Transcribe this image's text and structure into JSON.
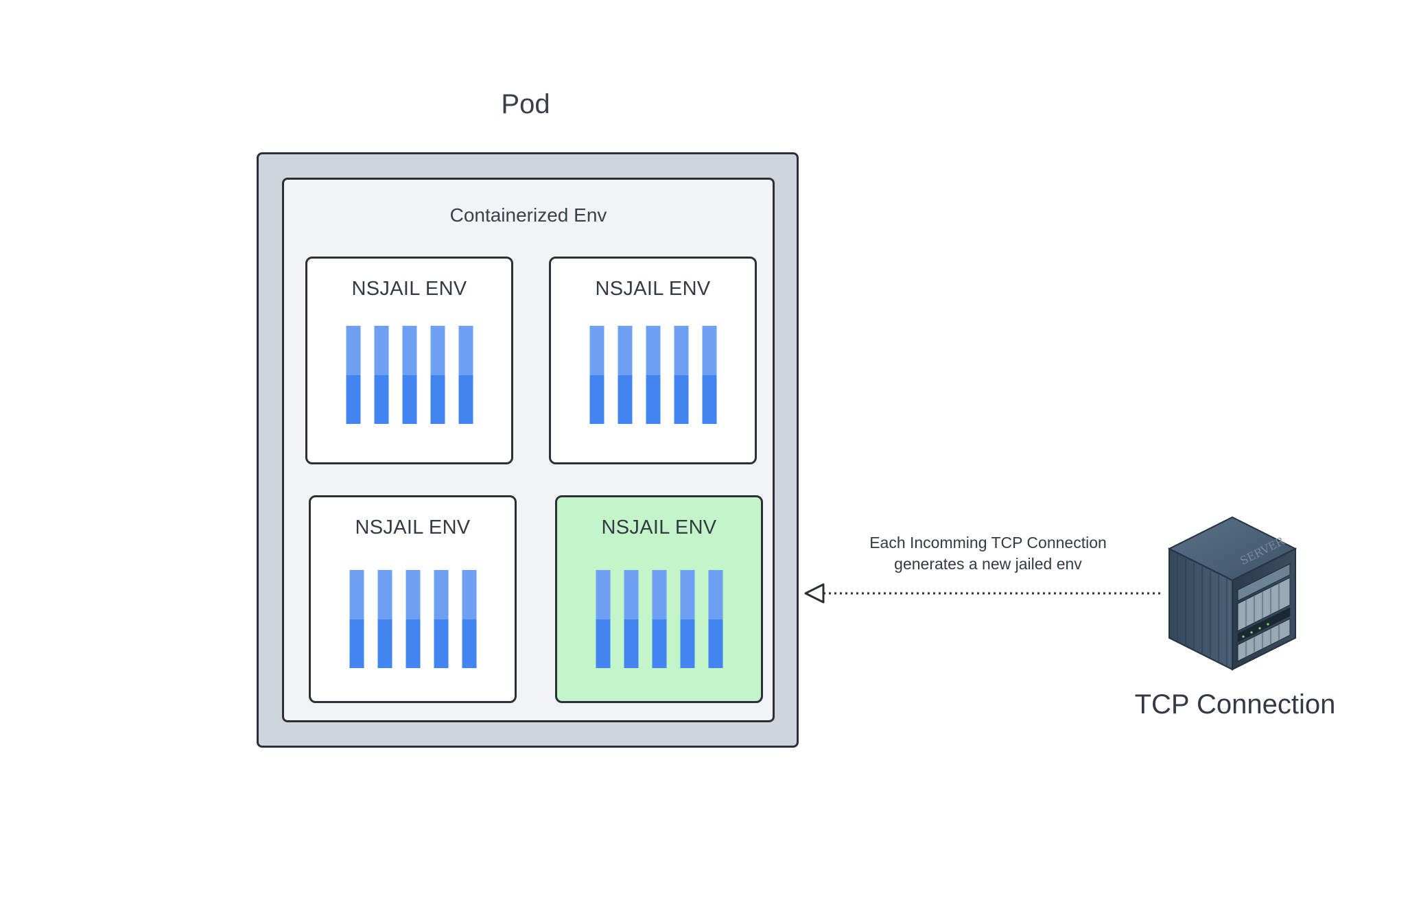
{
  "pod": {
    "title": "Pod"
  },
  "container": {
    "label": "Containerized Env"
  },
  "nsjail_envs": [
    {
      "label": "NSJAIL ENV",
      "active": false
    },
    {
      "label": "NSJAIL ENV",
      "active": false
    },
    {
      "label": "NSJAIL ENV",
      "active": false
    },
    {
      "label": "NSJAIL ENV",
      "active": true
    }
  ],
  "connection": {
    "caption_line1": "Each Incomming TCP Connection",
    "caption_line2": "generates a new jailed env",
    "arrow_style": "dotted",
    "arrow_head": "open-triangle"
  },
  "server": {
    "label": "TCP Connection",
    "icon": "server-icon",
    "icon_text": "SERVER"
  },
  "colors": {
    "pod_bg": "#cfd5dd",
    "container_bg": "#f2f3f5",
    "env_bg": "#ffffff",
    "env_active_bg": "#c3f5c8",
    "bar_light": "#6da0f3",
    "bar_dark": "#4285f1",
    "border": "#2b2f36"
  }
}
